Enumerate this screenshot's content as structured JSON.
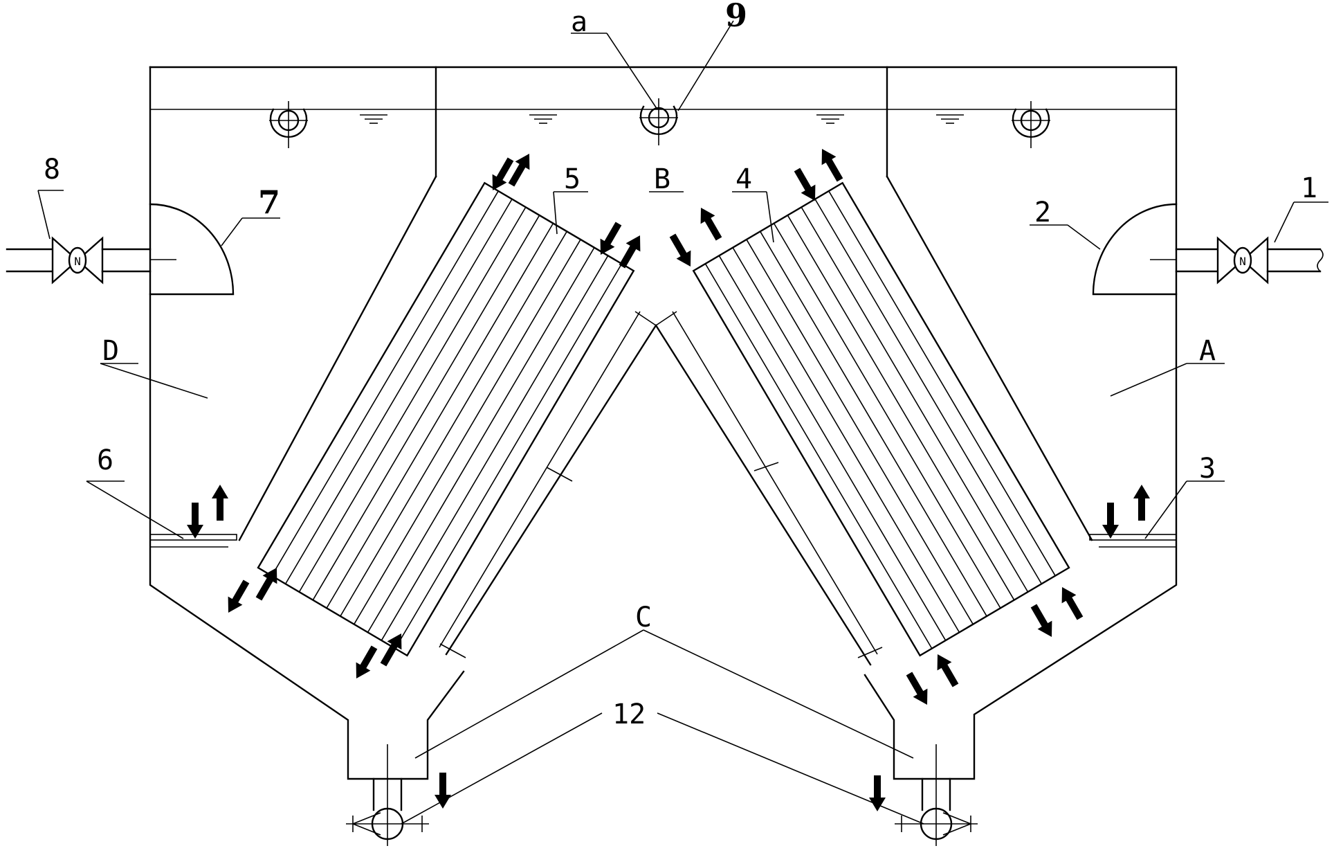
{
  "labels": {
    "a": "a",
    "n9": "9",
    "n5": "5",
    "B": "B",
    "n4": "4",
    "n8": "8",
    "n7": "7",
    "n2": "2",
    "n1": "1",
    "D": "D",
    "A": "A",
    "n6": "6",
    "n3": "3",
    "C": "C",
    "n12": "12"
  }
}
